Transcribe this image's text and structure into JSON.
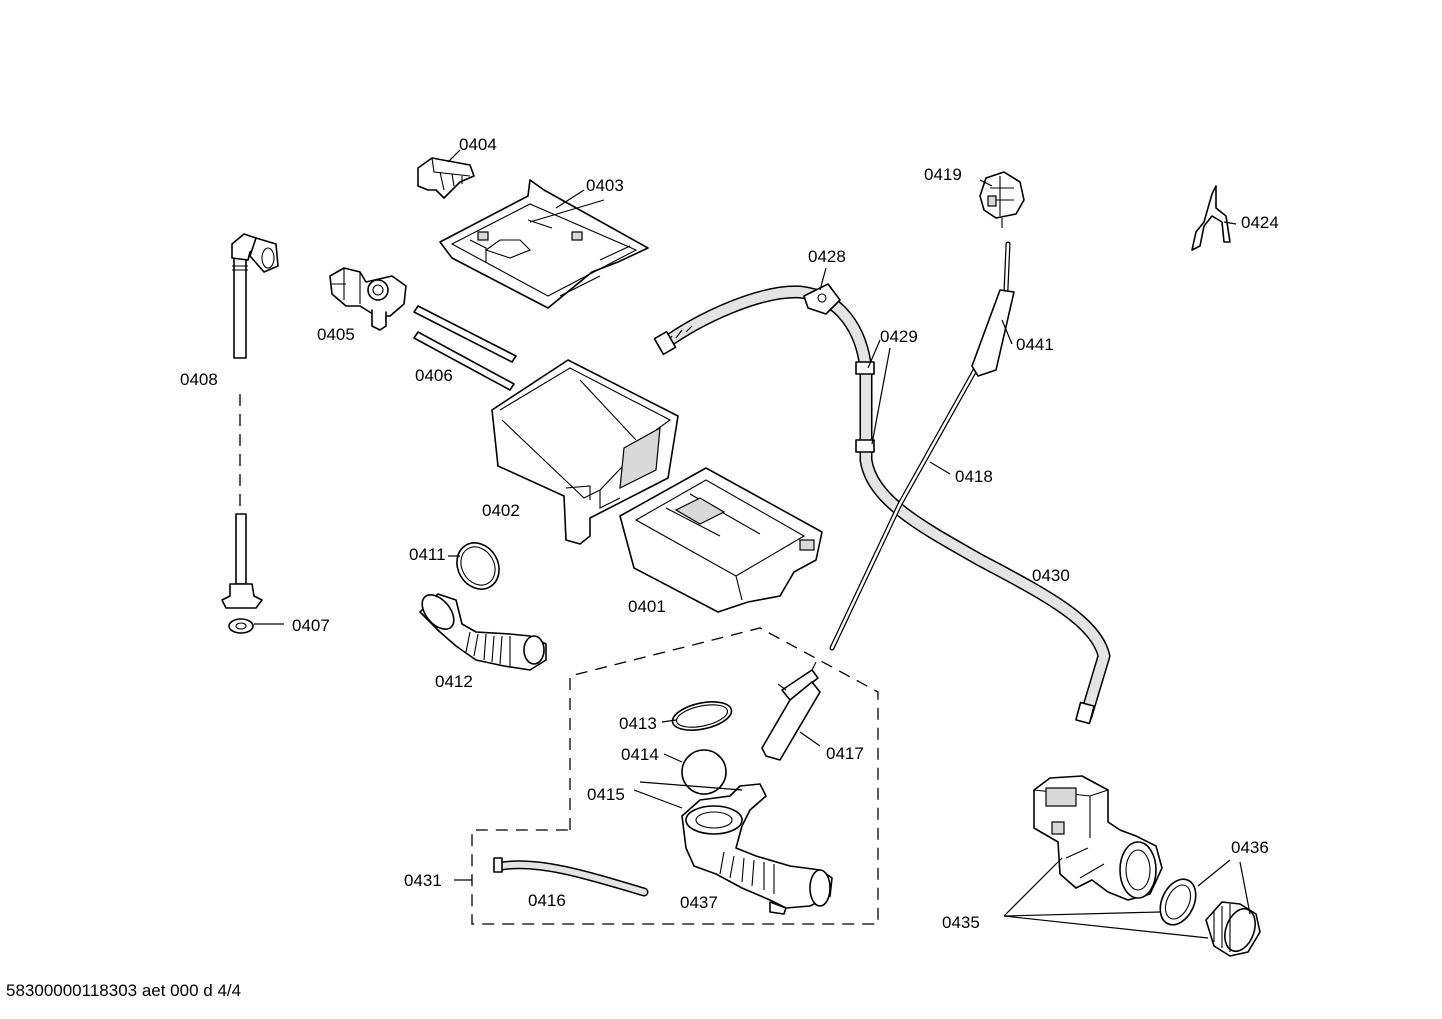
{
  "parts": [
    {
      "id": "p0401",
      "label": "0401"
    },
    {
      "id": "p0402",
      "label": "0402"
    },
    {
      "id": "p0403",
      "label": "0403"
    },
    {
      "id": "p0404",
      "label": "0404"
    },
    {
      "id": "p0405",
      "label": "0405"
    },
    {
      "id": "p0406",
      "label": "0406"
    },
    {
      "id": "p0407",
      "label": "0407"
    },
    {
      "id": "p0408",
      "label": "0408"
    },
    {
      "id": "p0411",
      "label": "0411"
    },
    {
      "id": "p0412",
      "label": "0412"
    },
    {
      "id": "p0413",
      "label": "0413"
    },
    {
      "id": "p0414",
      "label": "0414"
    },
    {
      "id": "p0415",
      "label": "0415"
    },
    {
      "id": "p0416",
      "label": "0416"
    },
    {
      "id": "p0417",
      "label": "0417"
    },
    {
      "id": "p0418",
      "label": "0418"
    },
    {
      "id": "p0419",
      "label": "0419"
    },
    {
      "id": "p0424",
      "label": "0424"
    },
    {
      "id": "p0428",
      "label": "0428"
    },
    {
      "id": "p0429",
      "label": "0429"
    },
    {
      "id": "p0430",
      "label": "0430"
    },
    {
      "id": "p0431",
      "label": "0431"
    },
    {
      "id": "p0435",
      "label": "0435"
    },
    {
      "id": "p0436",
      "label": "0436"
    },
    {
      "id": "p0437",
      "label": "0437"
    },
    {
      "id": "p0441",
      "label": "0441"
    }
  ],
  "footer": "58300000118303 aet 000 d 4/4"
}
